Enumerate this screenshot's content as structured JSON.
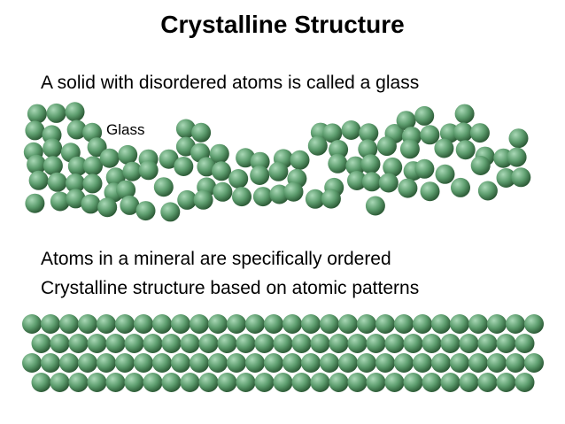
{
  "title": "Crystalline Structure",
  "glass_text": "A solid with disordered atoms is called a glass",
  "glass_label": "Glass",
  "mineral_text_1": "Atoms in a mineral are specifically ordered",
  "mineral_text_2": "Crystalline structure based on atomic patterns",
  "colors": {
    "atom_highlight": "#a9d8b6",
    "atom_mid": "#5d9d6e",
    "atom_shadow": "#2c5a36"
  }
}
